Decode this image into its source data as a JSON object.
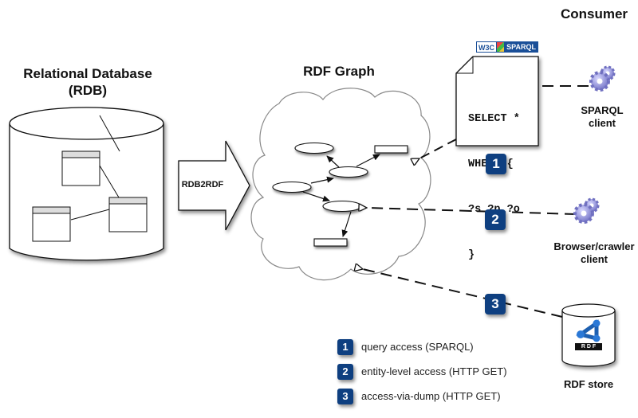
{
  "titles": {
    "consumer": "Consumer",
    "rdb_line1": "Relational Database",
    "rdb_line2": "(RDB)",
    "rdf_graph": "RDF Graph"
  },
  "transform_arrow": {
    "label": "RDB2RDF"
  },
  "sparql_query": {
    "logo_w3c": "W3C",
    "logo_sparql": "SPARQL",
    "lines": [
      "SELECT *",
      "WHERE {",
      "?s ?p ?o",
      "}"
    ]
  },
  "clients": [
    {
      "name_line1": "SPARQL",
      "name_line2": "client",
      "icon": "gears-icon"
    },
    {
      "name_line1": "Browser/crawler",
      "name_line2": "client",
      "icon": "gears-icon"
    },
    {
      "name_line1": "RDF store",
      "name_line2": "",
      "icon": "database-icon"
    }
  ],
  "rdf_logo_text": "R D F",
  "badges": [
    "1",
    "2",
    "3"
  ],
  "legend": [
    {
      "number": "1",
      "text": "query access (SPARQL)"
    },
    {
      "number": "2",
      "text": "entity-level access (HTTP GET)"
    },
    {
      "number": "3",
      "text": "access-via-dump (HTTP GET)"
    }
  ],
  "colors": {
    "badge": "#0e3f80",
    "gear": "#8f8fd6",
    "line": "#111111"
  }
}
